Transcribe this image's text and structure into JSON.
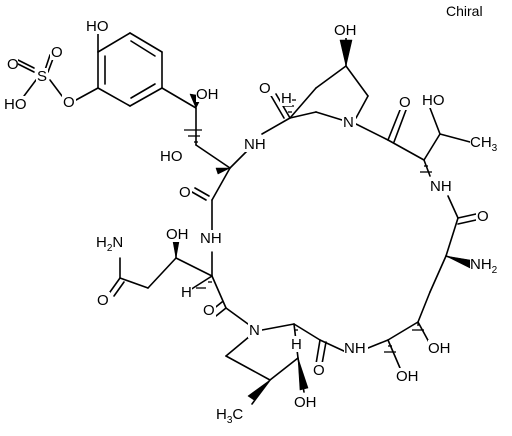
{
  "annotation": {
    "chiral": "Chiral"
  },
  "atoms": {
    "ho_phenol": "HO",
    "o_sulfo_1": "O",
    "o_sulfo_2": "O",
    "s_sulfo": "S",
    "ho_sulfo": "HO",
    "o_ester": "O",
    "oh_benzyl": "OH",
    "ho_side": "HO",
    "nh_1": "NH",
    "o_carbonyl_1": "O",
    "nh_2": "NH",
    "h2n_amide": "H",
    "h2n_amide_sub": "2",
    "h2n_amide_n": "N",
    "o_amide": "O",
    "oh_chain": "OH",
    "h_1": "H",
    "o_carbonyl_2": "O",
    "n_pro_bottom": "N",
    "oh_hyp_top": "OH",
    "o_carbonyl_top": "O",
    "h_pro_top": "H",
    "n_pro_top": "N",
    "o_carbonyl_3": "O",
    "oh_thr": "HO",
    "ch3_thr": "CH",
    "ch3_thr_sub": "3",
    "nh_3": "NH",
    "o_carbonyl_4": "O",
    "nh2_orn": "NH",
    "nh2_orn_sub": "2",
    "oh_orn_1": "OH",
    "nh_4": "NH",
    "oh_orn_2": "OH",
    "o_carbonyl_5": "O",
    "h_pro_bottom": "H",
    "oh_pro_bottom": "OH",
    "h3c_methyl": "H",
    "h3c_methyl_sub": "3",
    "h3c_methyl_c": "C"
  }
}
